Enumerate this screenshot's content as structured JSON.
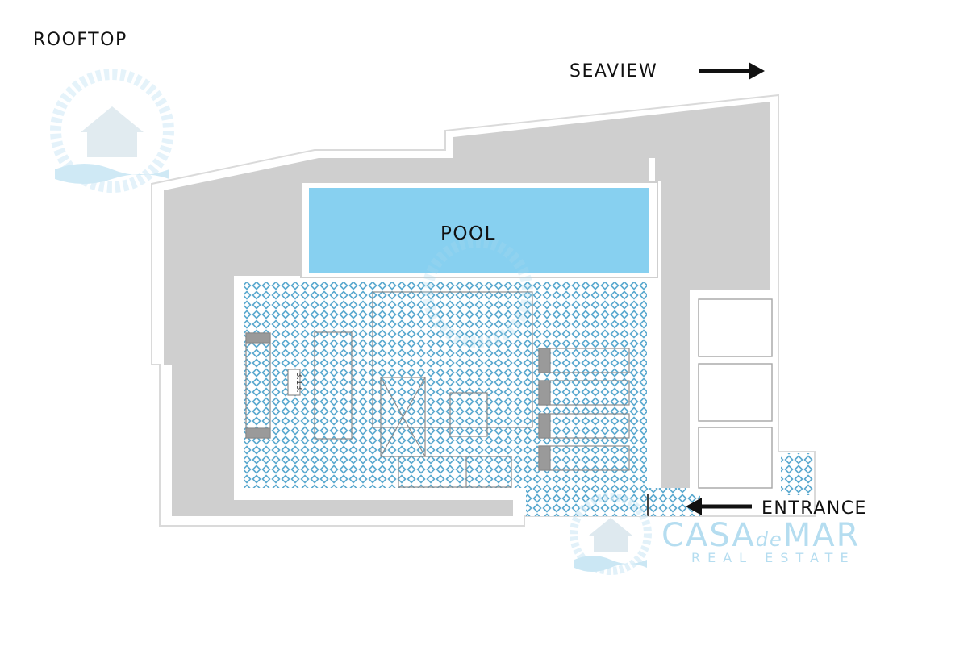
{
  "labels": {
    "title": "ROOFTOP",
    "seaview": "SEAVIEW",
    "pool": "POOL",
    "entrance": "ENTRANCE",
    "dimension": "3.13."
  },
  "watermark": {
    "brand_prefix": "CASA",
    "brand_middle": "de",
    "brand_suffix": "MAR",
    "tagline": "REAL ESTATE"
  },
  "colors": {
    "terrace_gray": "#cfcfcf",
    "pool_blue": "#87d0f0",
    "tile_pattern": "#5aa9cf",
    "wall": "#ffffff",
    "arrow": "#111111",
    "watermark": "#a9d8ee"
  }
}
